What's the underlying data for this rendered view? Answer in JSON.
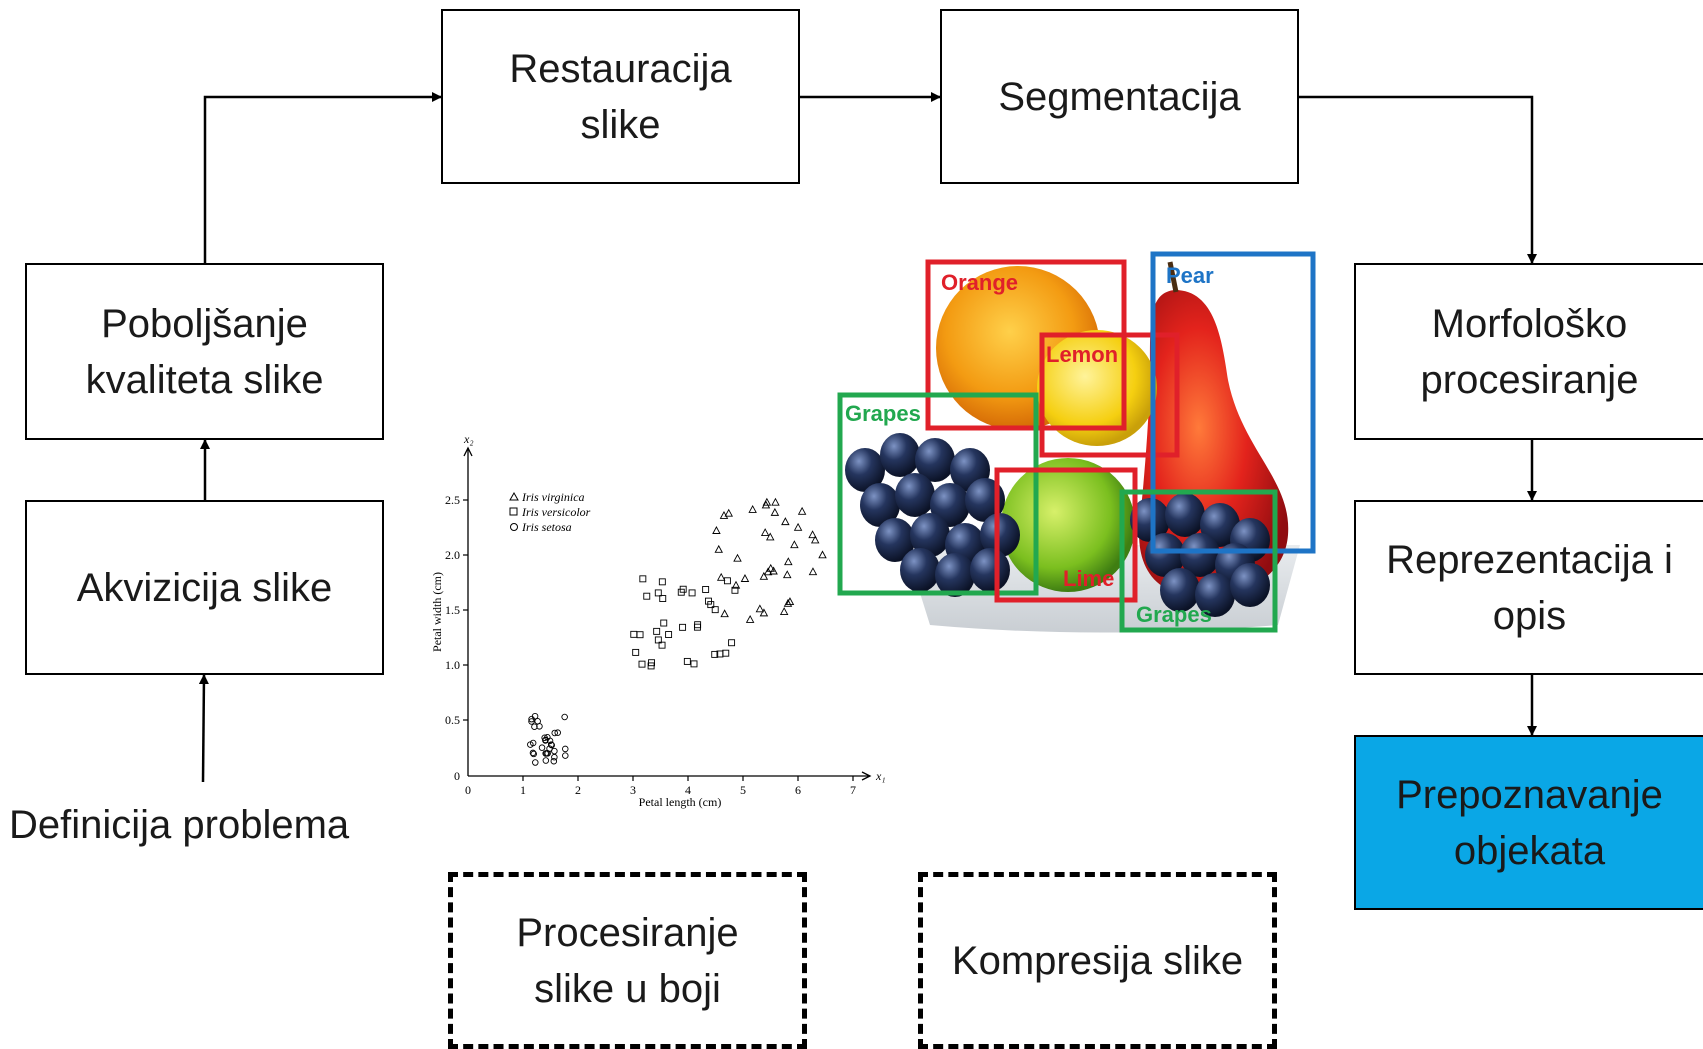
{
  "diagram": {
    "nodes": {
      "restauracija": "Restauracija\nslike",
      "segmentacija": "Segmentacija",
      "poboljsanje": "Poboljšanje\nkvaliteta slike",
      "akvizicija": "Akvizicija slike",
      "definicija": "Definicija problema",
      "morfolosko": "Morfološko\nprocesiranje",
      "reprezentacija": "Reprezentacija i\nopis",
      "prepoznavanje": "Prepoznavanje\nobjekata",
      "procesiranje_boja": "Procesiranje\nslike u boji",
      "kompresija": "Kompresija slike"
    },
    "colors": {
      "highlight": "#0aa7e6",
      "border": "#000000"
    }
  },
  "iris_plot": {
    "xlabel": "Petal length (cm)",
    "ylabel": "Petal width (cm)",
    "x_axis_name": "x₁",
    "y_axis_name": "x₂",
    "x_ticks": [
      "0",
      "1",
      "2",
      "3",
      "4",
      "5",
      "6",
      "7"
    ],
    "y_ticks": [
      "0",
      "0.5",
      "1.0",
      "1.5",
      "2.0",
      "2.5"
    ],
    "legend": [
      {
        "marker": "triangle",
        "label": "Iris virginica"
      },
      {
        "marker": "square",
        "label": "Iris versicolor"
      },
      {
        "marker": "circle",
        "label": "Iris setosa"
      }
    ]
  },
  "fruit_image": {
    "labels": {
      "orange": "Orange",
      "lemon": "Lemon",
      "pear": "Pear",
      "grapes_left": "Grapes",
      "lime": "Lime",
      "grapes_right": "Grapes"
    },
    "colors": {
      "red_box": "#e0202a",
      "blue_box": "#1e74c6",
      "green_box": "#22a84f"
    }
  }
}
